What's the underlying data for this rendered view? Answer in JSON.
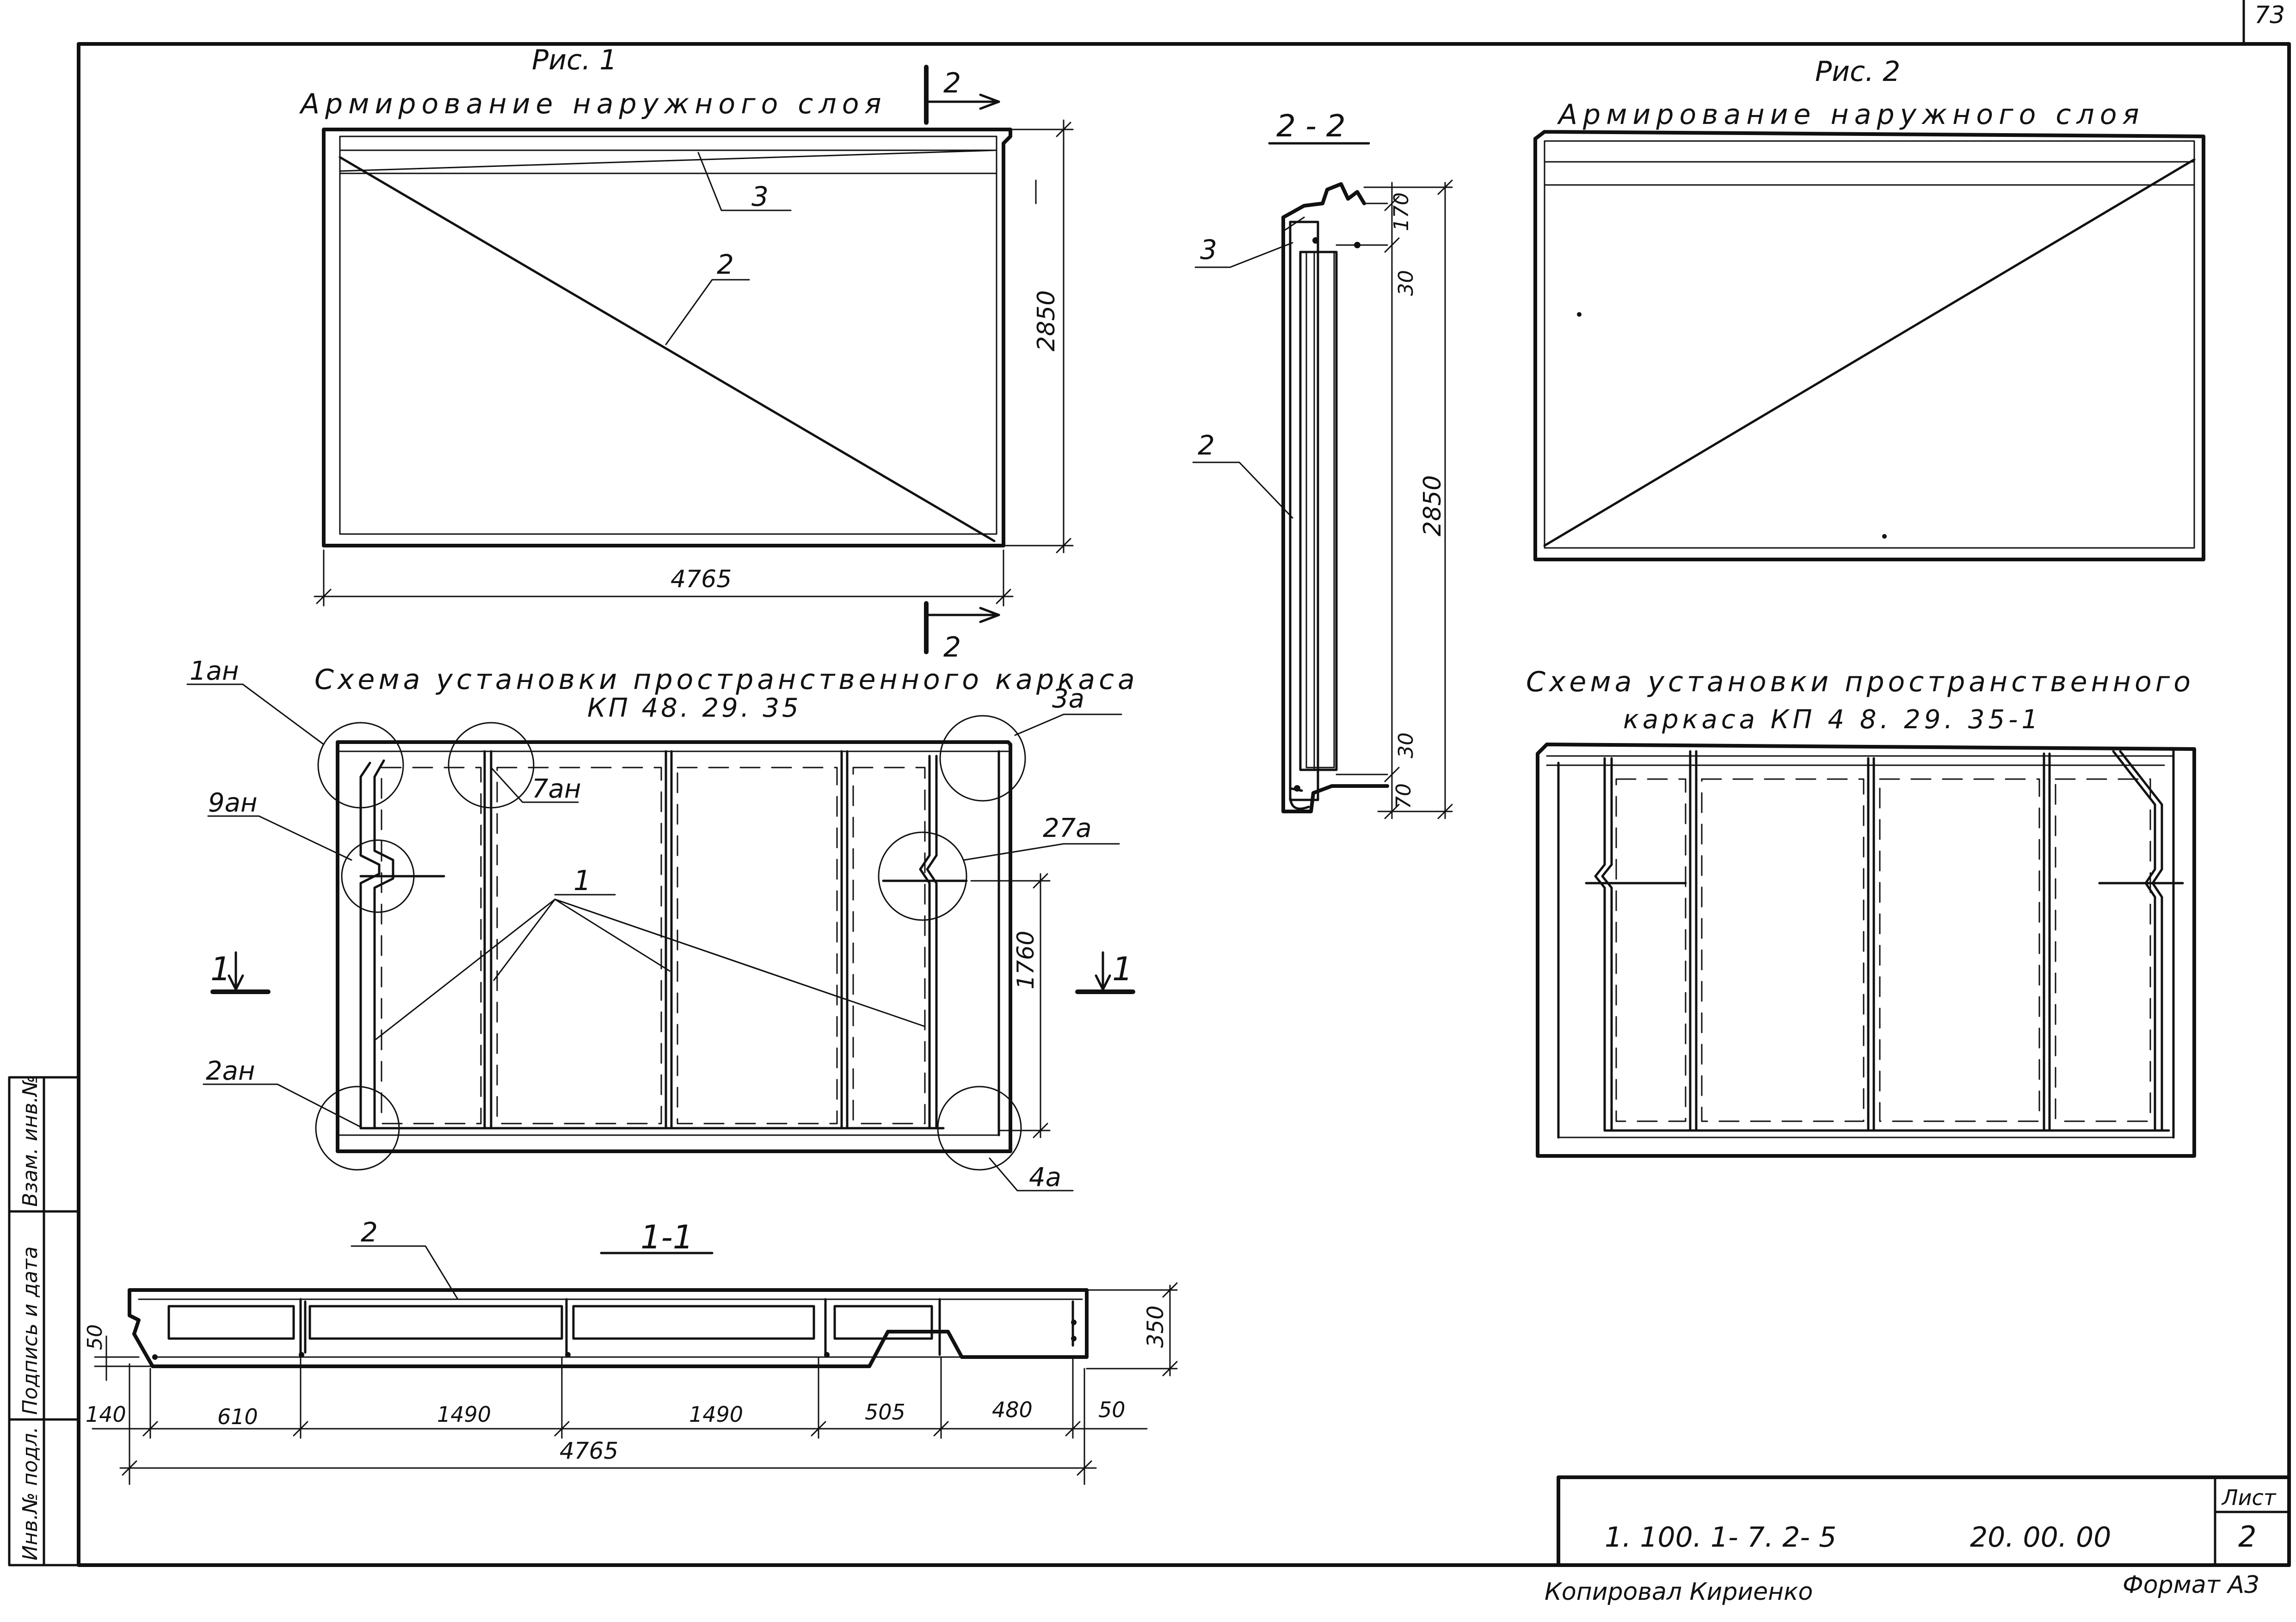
{
  "sheet": {
    "page_number": "73"
  },
  "fig1": {
    "caption": "Рис. 1",
    "title": "Армирование наружного слоя",
    "dim_width": "4765",
    "dim_height": "2850",
    "callout_3": "3",
    "callout_2": "2",
    "section_mark": "2"
  },
  "fig2": {
    "caption": "Рис. 2",
    "title": "Армирование наружного слоя"
  },
  "section22": {
    "title": "2 - 2",
    "callout_3": "3",
    "callout_2": "2",
    "dim_170": "170",
    "dim_30_top": "30",
    "dim_2850": "2850",
    "dim_30_bottom": "30",
    "dim_70": "70"
  },
  "scheme1": {
    "title": "Схема установки пространственного каркаса",
    "subtitle": "КП 48. 29. 35",
    "callouts": {
      "c1an": "1ан",
      "c9an": "9ан",
      "c7an": "7ан",
      "c1": "1",
      "c3a": "3а",
      "c27a": "27а",
      "c2an": "2ан",
      "c4a": "4а"
    },
    "dim_1760": "1760",
    "section_mark": "1"
  },
  "scheme2": {
    "title": "Схема установки пространственного",
    "subtitle": "каркаса КП 4 8. 29. 35-1"
  },
  "section11": {
    "title": "1-1",
    "callout_2": "2",
    "dim_50_left": "50",
    "dim_350": "350",
    "dims": [
      "140",
      "610",
      "1490",
      "1490",
      "505",
      "480",
      "50"
    ],
    "total": "4765"
  },
  "stamp": {
    "doc_code": "1. 100. 1- 7. 2- 5",
    "drawing_number": "20. 00. 00",
    "sheet_label": "Лист",
    "sheet_number": "2",
    "copied_by": "Копировал Кириенко",
    "format": "Формат А3"
  },
  "side_stamp": {
    "inv_podl": "Инв.№ подл.",
    "signature_date": "Подпись и дата",
    "vzam_inv": "Взам. инв.№"
  }
}
